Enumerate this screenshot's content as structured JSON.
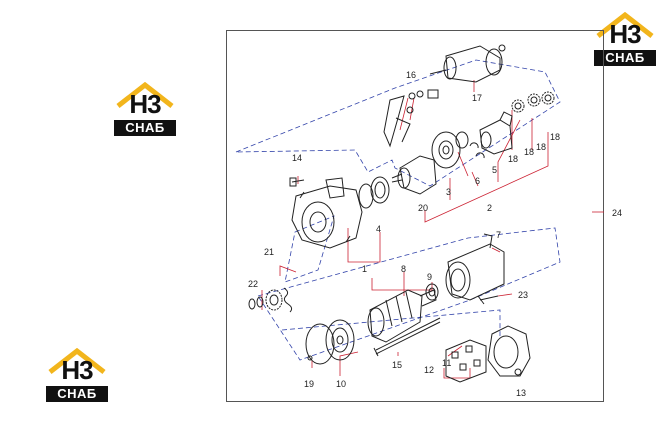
{
  "logos": [
    {
      "top": "Н3",
      "bottom": "СНАБ"
    },
    {
      "top": "Н3",
      "bottom": "СНАБ"
    },
    {
      "top": "Н3",
      "bottom": "СНАБ"
    }
  ],
  "callouts": {
    "c1": "1",
    "c2": "2",
    "c3": "3",
    "c4": "4",
    "c5": "5",
    "c6": "6",
    "c7": "7",
    "c8": "8",
    "c9": "9",
    "c10": "10",
    "c11": "11",
    "c12": "12",
    "c13": "13",
    "c14": "14",
    "c15": "15",
    "c16": "16",
    "c17": "17",
    "c18a": "18",
    "c18b": "18",
    "c18c": "18",
    "c18d": "18",
    "c19": "19",
    "c20": "20",
    "c21": "21",
    "c22": "22",
    "c23": "23",
    "c24": "24"
  },
  "colors": {
    "brand_yellow": "#f2b51c",
    "leader_red": "#cc2233",
    "leader_blue": "#3344aa",
    "ink": "#222222"
  }
}
